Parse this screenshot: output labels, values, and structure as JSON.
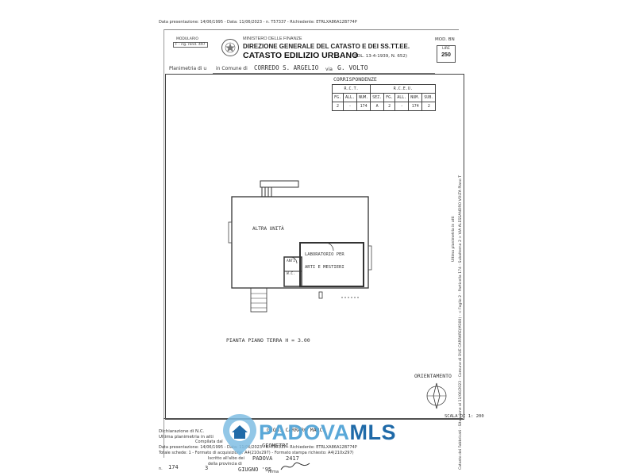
{
  "header": {
    "line": "Data presentazione: 14/06/1995 - Data: 11/06/2023 - n. T57337 - Richiedente: ETRLXA86A12B774P"
  },
  "form": {
    "model_label": "MODULARIO",
    "model_code": "F - rig. rend. 497",
    "ministry": "MINISTERO DELLE FINANZE",
    "direction": "DIREZIONE GENERALE DEL CATASTO E DEI SS.TT.EE.",
    "title": "CATASTO EDILIZIO URBANO",
    "rdl": "(RDL. 13-4-1939, N. 652)",
    "form_no_label": "MOD. BN",
    "lire_label": "LIRE",
    "lire_value": "250",
    "planimetry_label": "Planimetria di u",
    "comune_label": "in Comune di",
    "comune_value": "CORREDO S. ARGELIO",
    "via_label": "via",
    "via_value": "G. VOLTO"
  },
  "cadastral": {
    "corr_label": "CORRISPONDENZE",
    "rct_label": "R.C.T.",
    "rceu_label": "R.C.E.U.",
    "headers": [
      "FG.",
      "ALL.",
      "NUM.",
      "SEZ.",
      "FG.",
      "ALL.",
      "NUM.",
      "SUB."
    ],
    "values": [
      "2",
      "-",
      "174",
      "A",
      "2",
      "-",
      "174",
      "2"
    ]
  },
  "plan": {
    "area_label": "ALTRA UNITÀ",
    "lab_label_1": "LABORATORIO PER",
    "lab_label_2": "ARTI E MESTIERI",
    "wc_label_1": "ANTI",
    "wc_label_2": "W.C.",
    "floor_label": "PIANTA PIANO TERRA H = 3.00"
  },
  "orientation": {
    "label": "ORIENTAMENTO",
    "scale_label": "SCALA DI 1: 200"
  },
  "side_stamp": "Catasto dei Fabbricati - Situazione al 11/06/2023 - Comune di DUE CARRARE(M300) - < Foglio 2 - Particella 174 - Subalterno 2 > VIA ALESSANDRO VOLTA Piano T",
  "side_stamp_2": "Ultima planimetria in atti",
  "footer": {
    "declaration_label": "Dichiarazione di N.C.",
    "compiled_by": "Compilata dal",
    "name_value": "GEOM. CARRARO MARCO",
    "last_plan": "Ultima planimetria in atti",
    "date_line": "Data presentazione: 14/06/1995 - Data: 11/06/2023 - n. T57337 - Richiedente: ETRLXA86A12B774P",
    "sheets_line": "Totale schede: 1 - Formato di acquisizione: A4(210x297) - Formato stampa richiesto: A4(210x297)",
    "register_label": "Iscritto all'albo dei",
    "register_value": "GEOMETRI",
    "province_label": "della provincia di",
    "province_value": "PADOVA",
    "number_value": "2417",
    "sub_label": "n.",
    "sub_value": "174",
    "sub2_value": "3",
    "date_value": "GIUGNO '95",
    "signature_label": "firma"
  },
  "watermark": {
    "part1": "PADOVA",
    "part2": "MLS",
    "color1": "#5aa8d8",
    "color2": "#1f6aa8"
  }
}
